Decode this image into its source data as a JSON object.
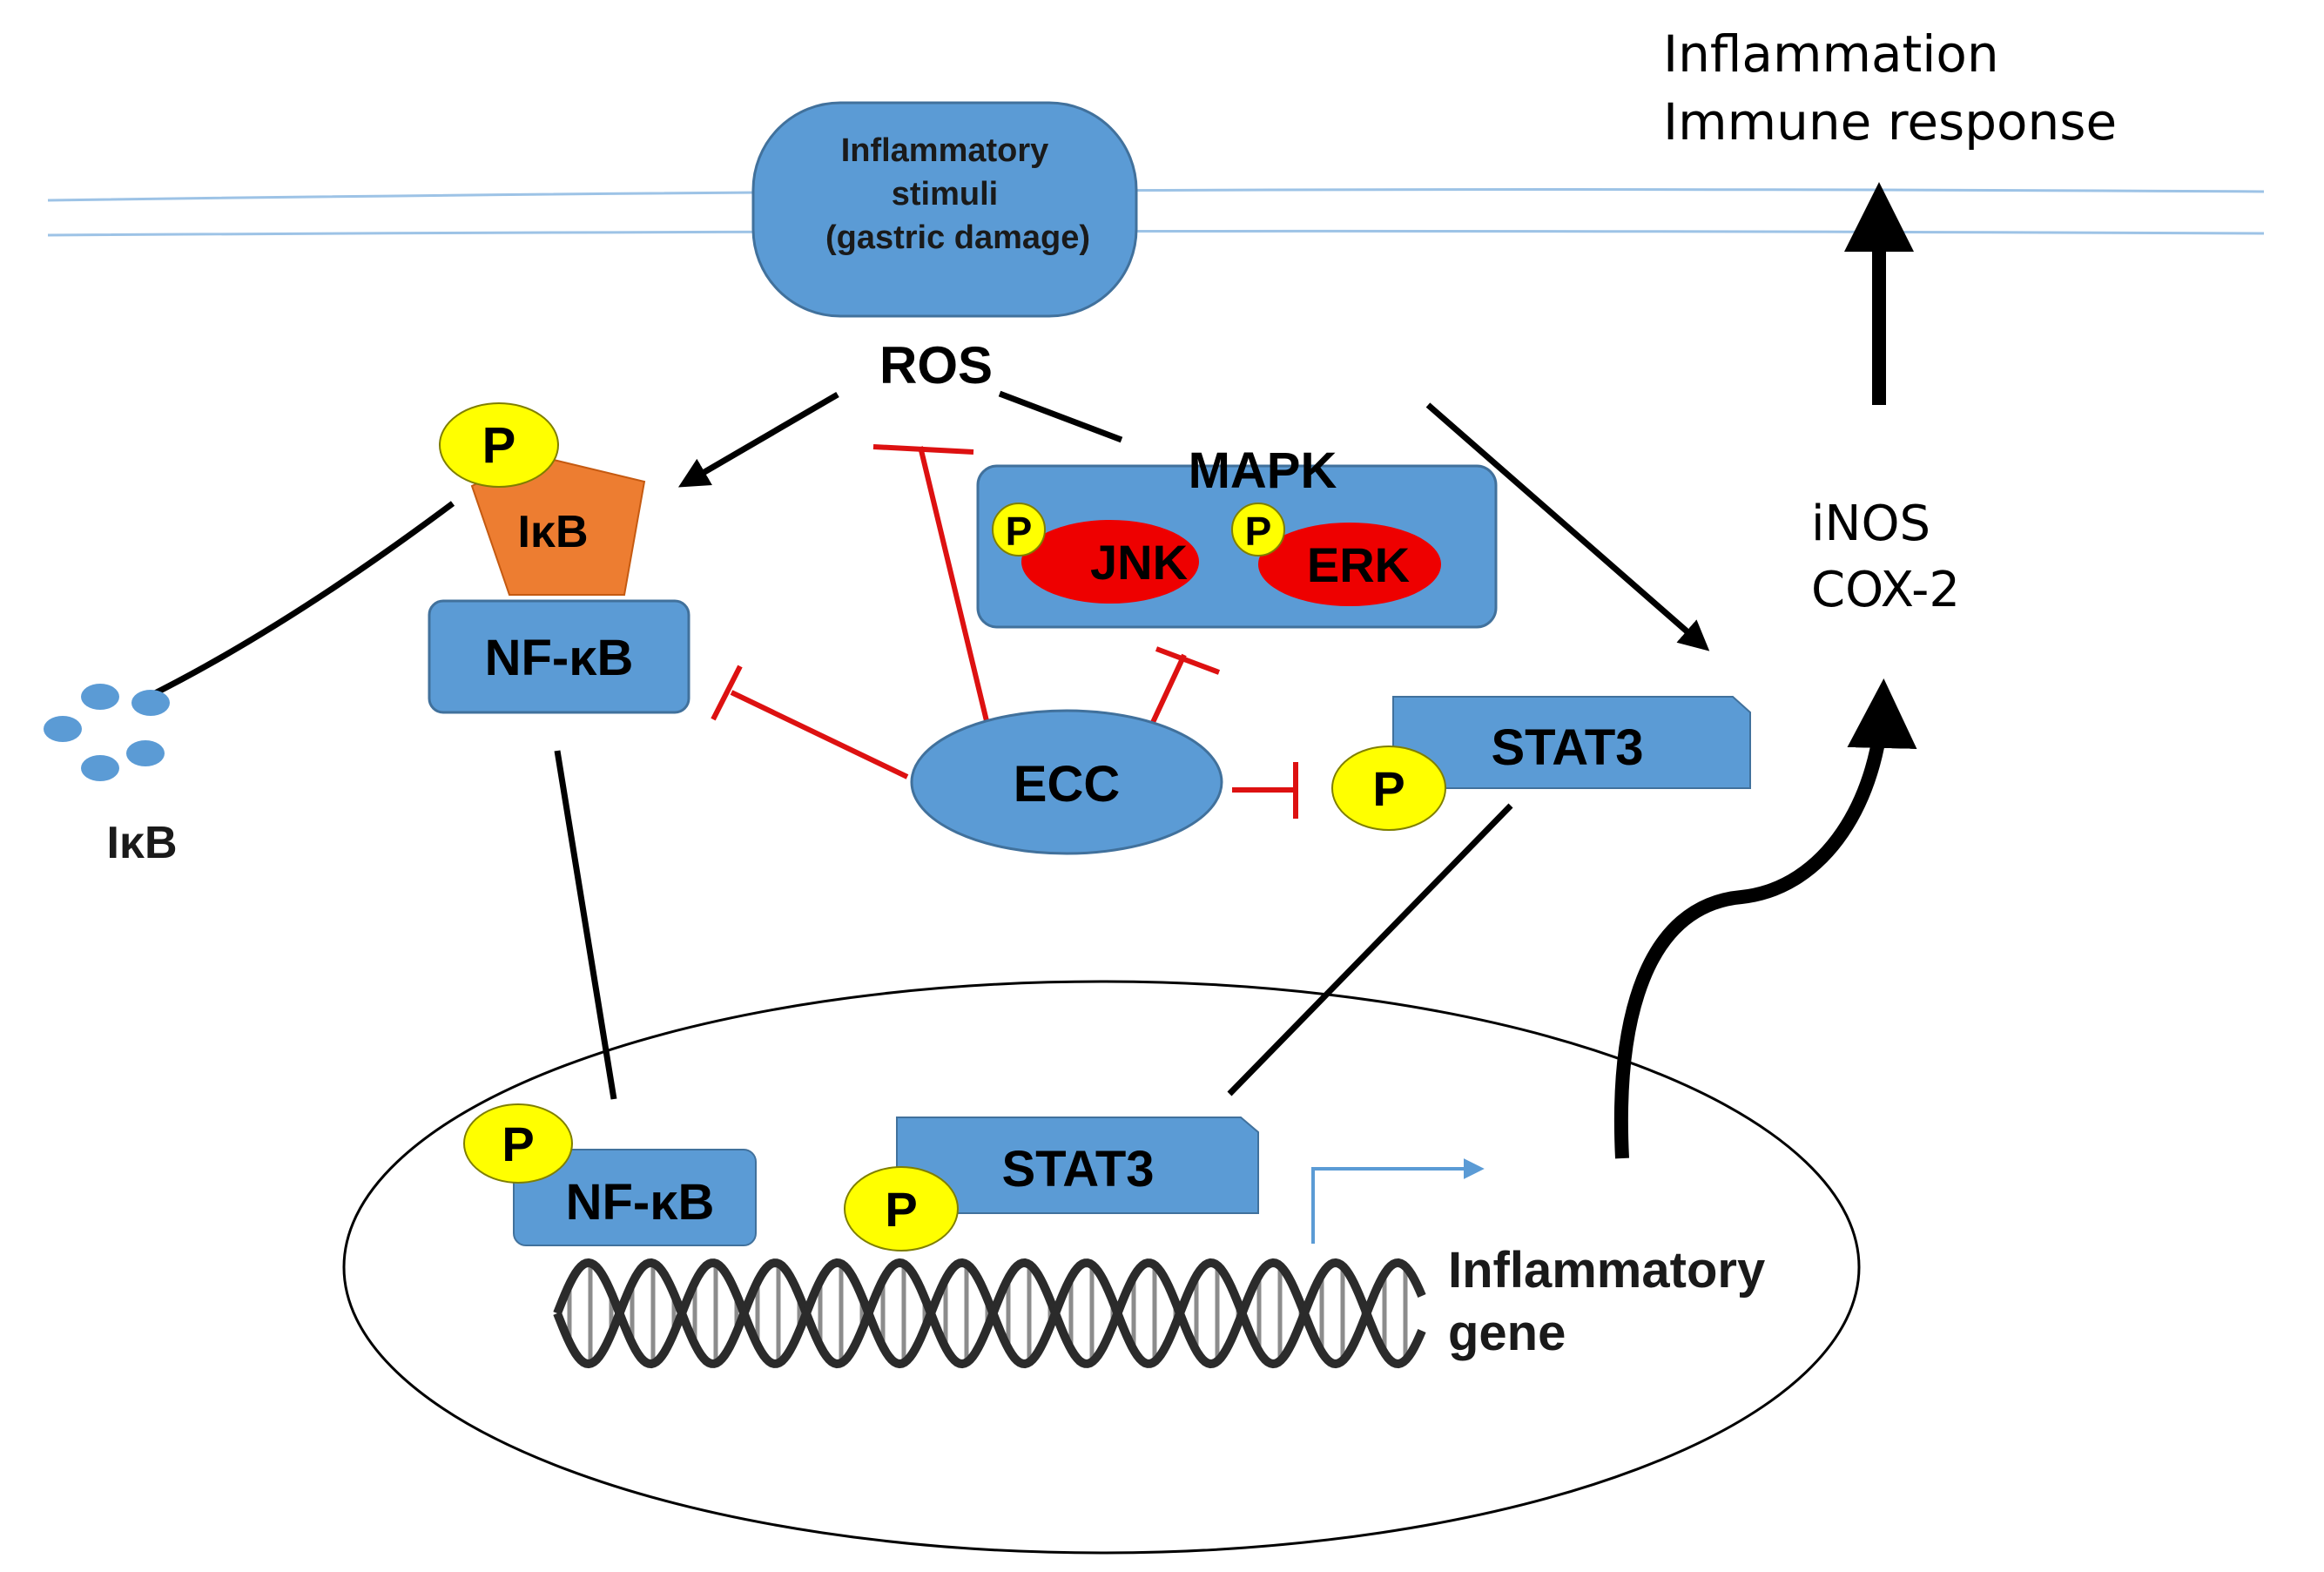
{
  "stimulus": {
    "line1": "Inflammatory",
    "line2": "stimuli",
    "line3": "(gastric damage)"
  },
  "ros": "ROS",
  "mapk": {
    "title": "MAPK",
    "jnk": "JNK",
    "erk": "ERK"
  },
  "phospho": "P",
  "ikb_bound": "IκB",
  "ikb_free": "IκB",
  "nfkb_cytoplasm": "NF-κB",
  "nfkb_nucleus": "NF-κB",
  "ecc": "ECC",
  "stat3_cytoplasm": "STAT3",
  "stat3_nucleus": "STAT3",
  "gene": {
    "line1": "Inflammatory",
    "line2": "gene"
  },
  "products": {
    "line1": "iNOS",
    "line2": "COX-2"
  },
  "outcome": {
    "line1": "Inflammation",
    "line2": "Immune response"
  },
  "colors": {
    "node_blue": "#5b9bd5",
    "node_stroke": "#41719c",
    "kinase_red": "#ee0000",
    "phospho_yellow": "#ffff00",
    "ikb_orange": "#ed7d31",
    "inhibition_red": "#dd1111",
    "membrane": "#9dc3e6"
  }
}
